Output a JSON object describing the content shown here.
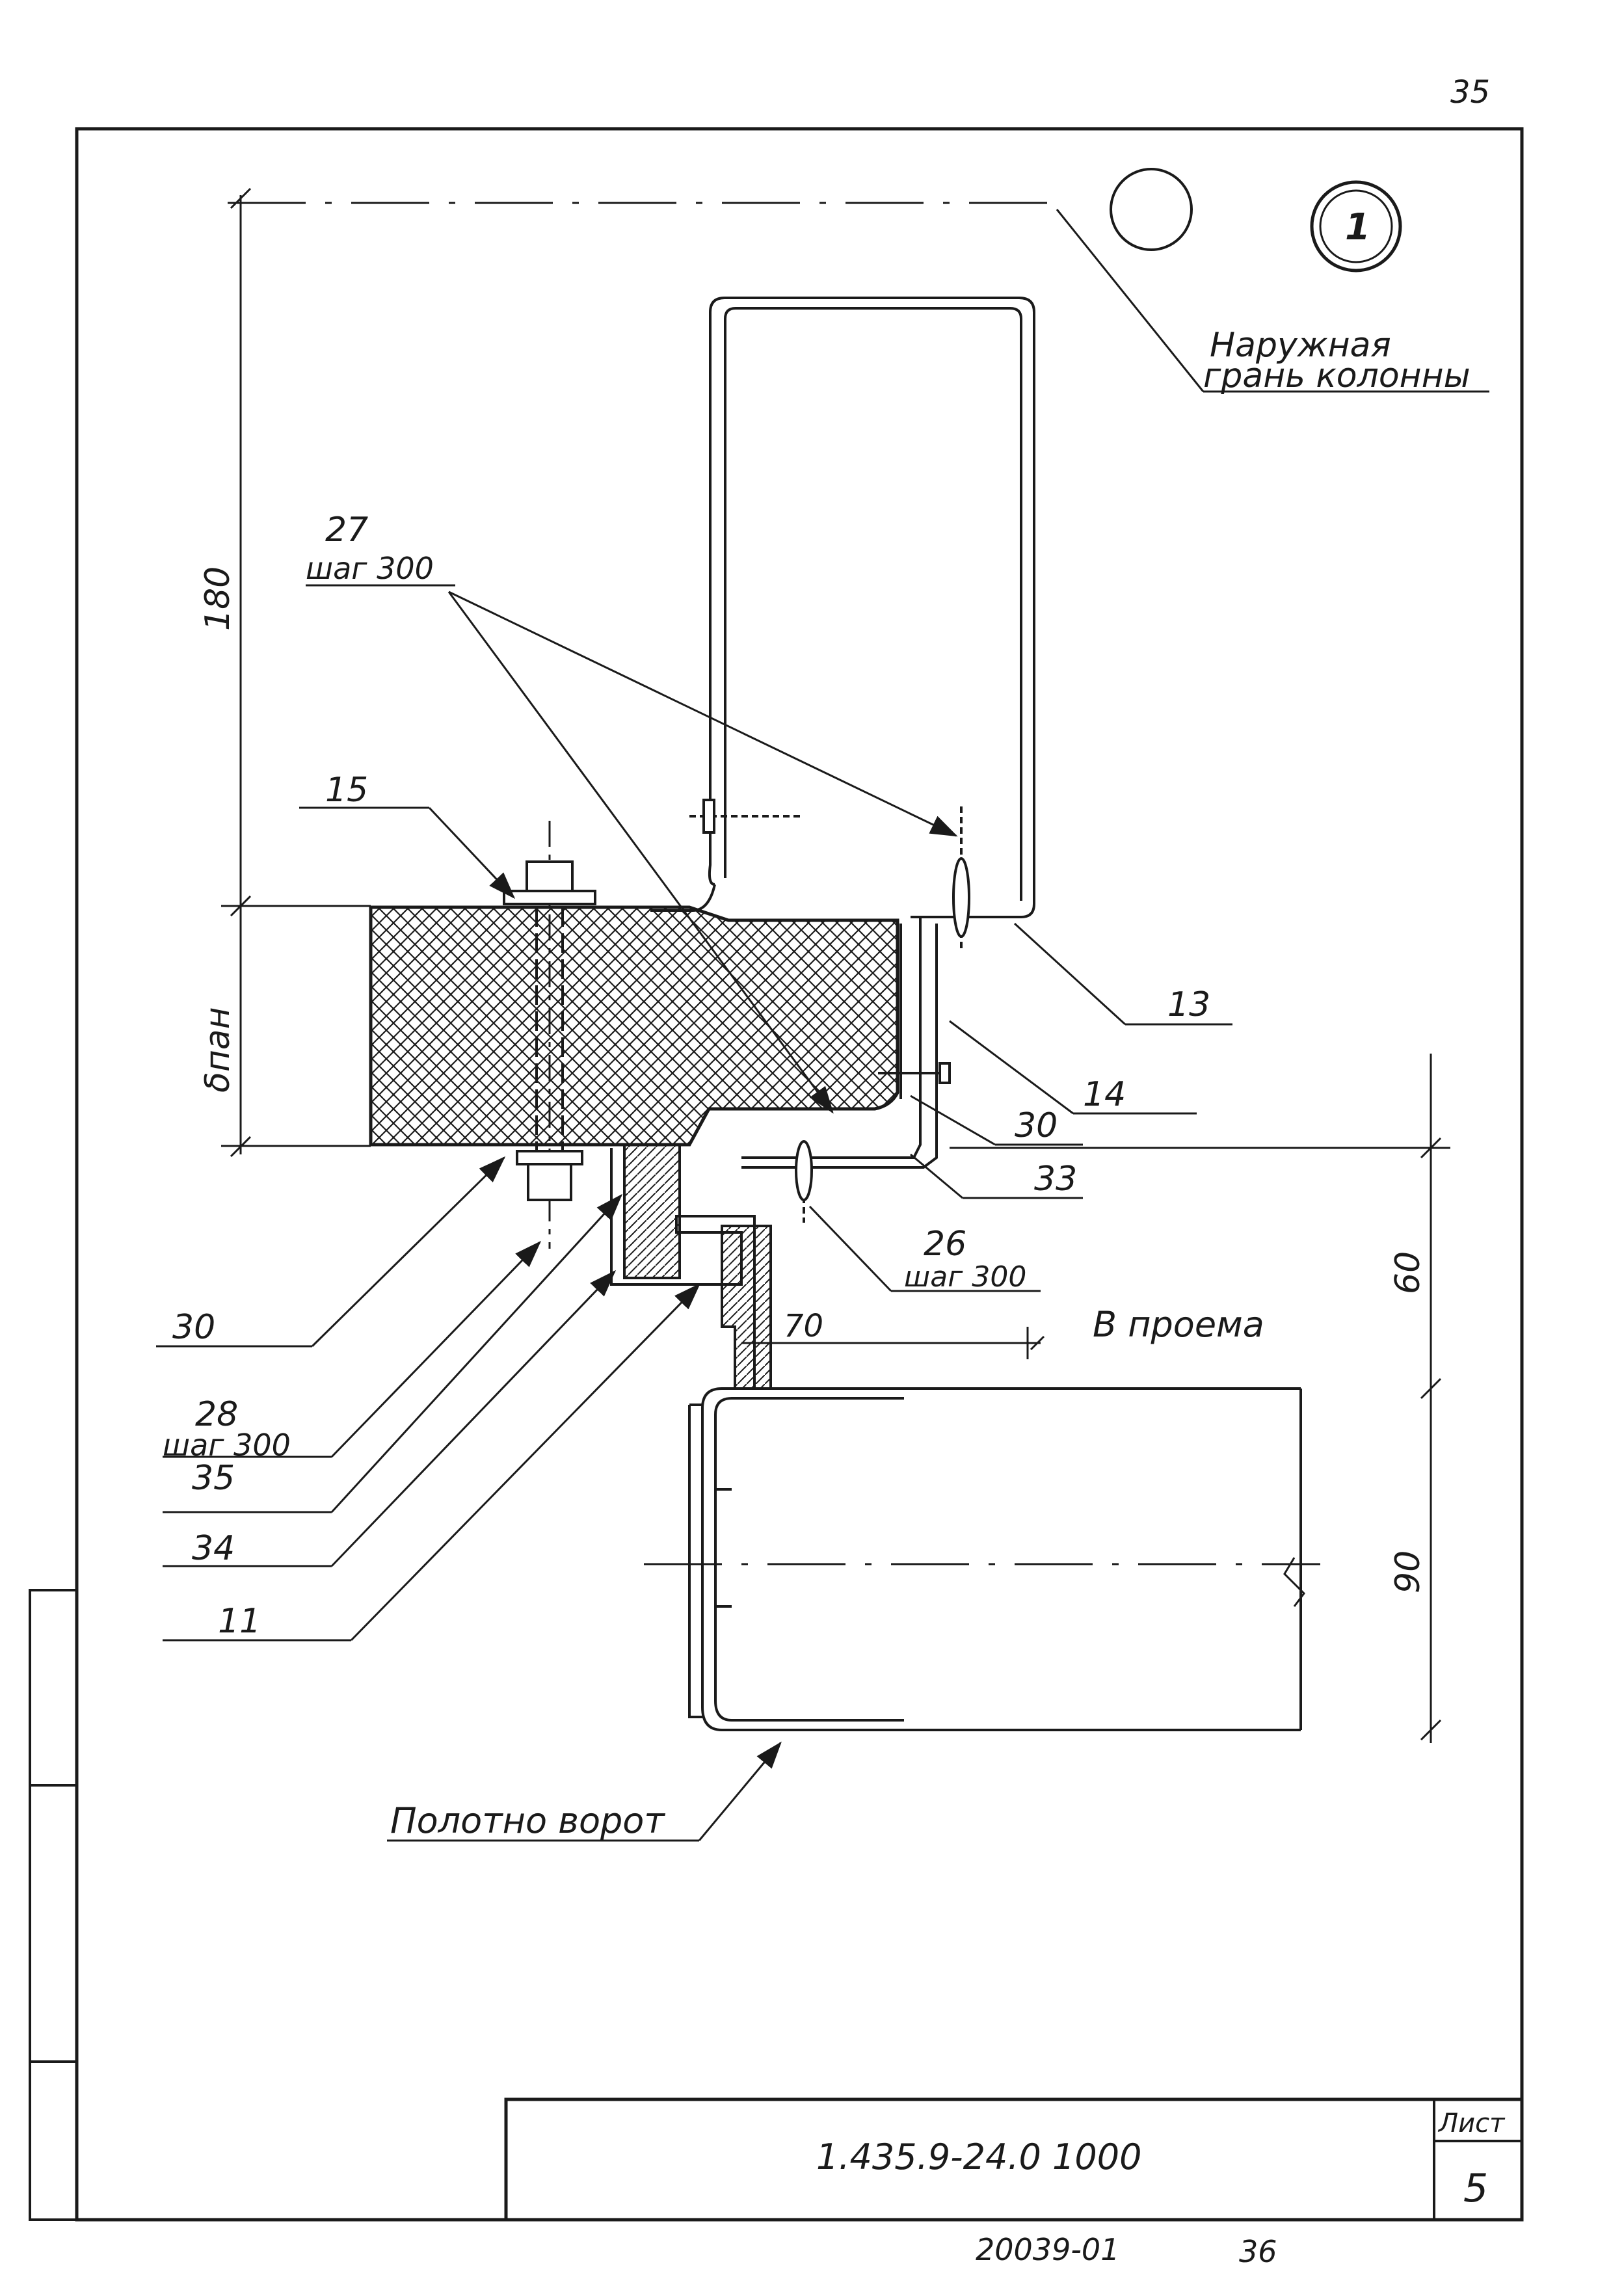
{
  "sheet": {
    "page_number": "35",
    "view_marker": "1",
    "outer_edge_label_line1": "Наружная",
    "outer_edge_label_line2": "грань колонны",
    "designation": "1.435.9-24.0 1000",
    "sheet_label": "Лист",
    "sheet_number": "5",
    "archive_number": "20039-01",
    "archive_page": "36"
  },
  "dimensions": {
    "d180": "180",
    "d_pan": "δпан",
    "d60": "60",
    "d70": "70",
    "d90": "90",
    "opening_label": "B проема"
  },
  "callouts": {
    "c27": "27",
    "c27_step": "шаг 300",
    "c15": "15",
    "c13": "13",
    "c14": "14",
    "c30_right": "30",
    "c33": "33",
    "c26": "26",
    "c26_step": "шаг 300",
    "c30_left": "30",
    "c28": "28",
    "c28_step": "шаг 300",
    "c35": "35",
    "c34": "34",
    "c11": "11",
    "gate_leaf": "Полотно ворот"
  }
}
